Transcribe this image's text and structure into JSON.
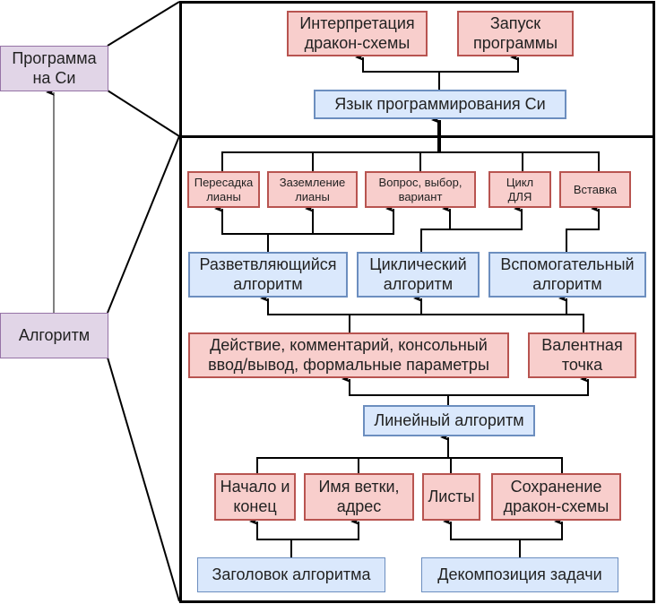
{
  "left": {
    "program": "Программа\nна Си",
    "algorithm": "Алгоритм"
  },
  "top_frame": {
    "interpretation": "Интерпретация\nдракон-схемы",
    "launch": "Запуск\nпрограммы",
    "c_language": "Язык программирования Си"
  },
  "bottom_frame": {
    "row1": [
      "Пересадка\nлианы",
      "Заземление\nлианы",
      "Вопрос, выбор,\nвариант",
      "Цикл\nДЛЯ",
      "Вставка"
    ],
    "row2": [
      "Разветвляющийся\nалгоритм",
      "Циклический\nалгоритм",
      "Вспомогательный\nалгоритм"
    ],
    "row3": [
      "Действие, комментарий, консольный\nввод/вывод, формальные параметры",
      "Валентная\nточка"
    ],
    "linear": "Линейный алгоритм",
    "row5": [
      "Начало и\nконец",
      "Имя ветки,\nадрес",
      "Листы",
      "Сохранение\nдракон-схемы"
    ],
    "row6": [
      "Заголовок алгоритма",
      "Декомпозиция задачи"
    ]
  },
  "colors": {
    "red_fill": "#f8cecc",
    "blue_fill": "#dae8fc",
    "purple_fill": "#e1d5e7"
  }
}
